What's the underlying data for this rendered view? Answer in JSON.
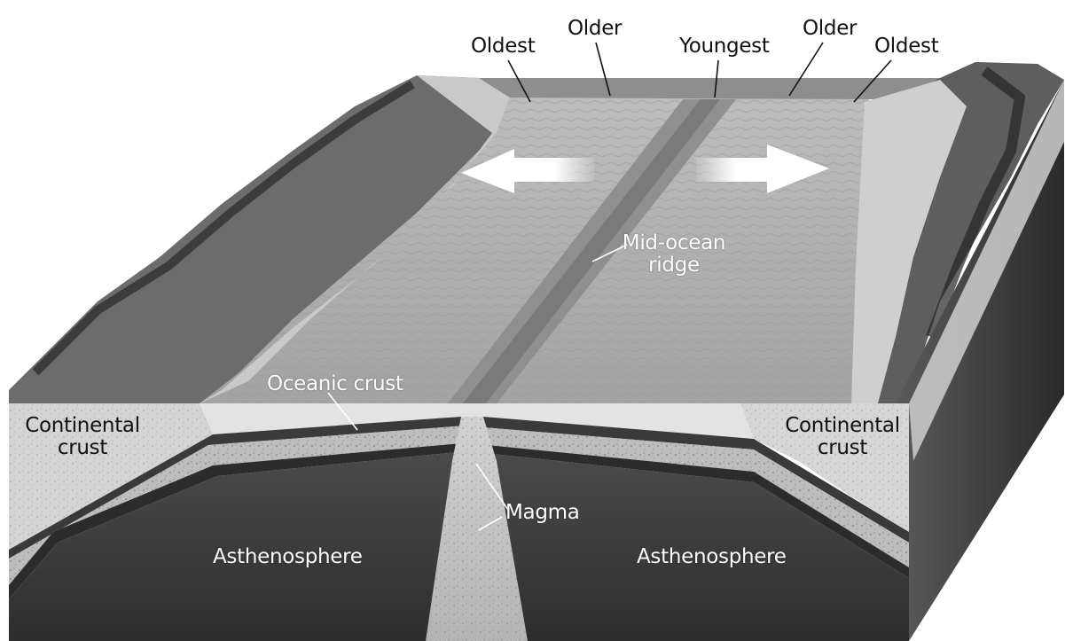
{
  "labels": {
    "oldest_left": "Oldest",
    "older_left": "Older",
    "youngest": "Youngest",
    "older_right": "Older",
    "oldest_right": "Oldest",
    "mid_ocean_ridge_line1": "Mid-ocean",
    "mid_ocean_ridge_line2": "ridge",
    "oceanic_crust": "Oceanic crust",
    "continental_crust_left_line1": "Continental",
    "continental_crust_left_line2": "crust",
    "continental_crust_right_line1": "Continental",
    "continental_crust_right_line2": "crust",
    "magma": "Magma",
    "asthenosphere_left": "Asthenosphere",
    "asthenosphere_right": "Asthenosphere"
  },
  "colors": {
    "label_dark": "#111111",
    "label_light": "#ffffff",
    "leader_dark": "#111111",
    "leader_light": "#ffffff"
  }
}
